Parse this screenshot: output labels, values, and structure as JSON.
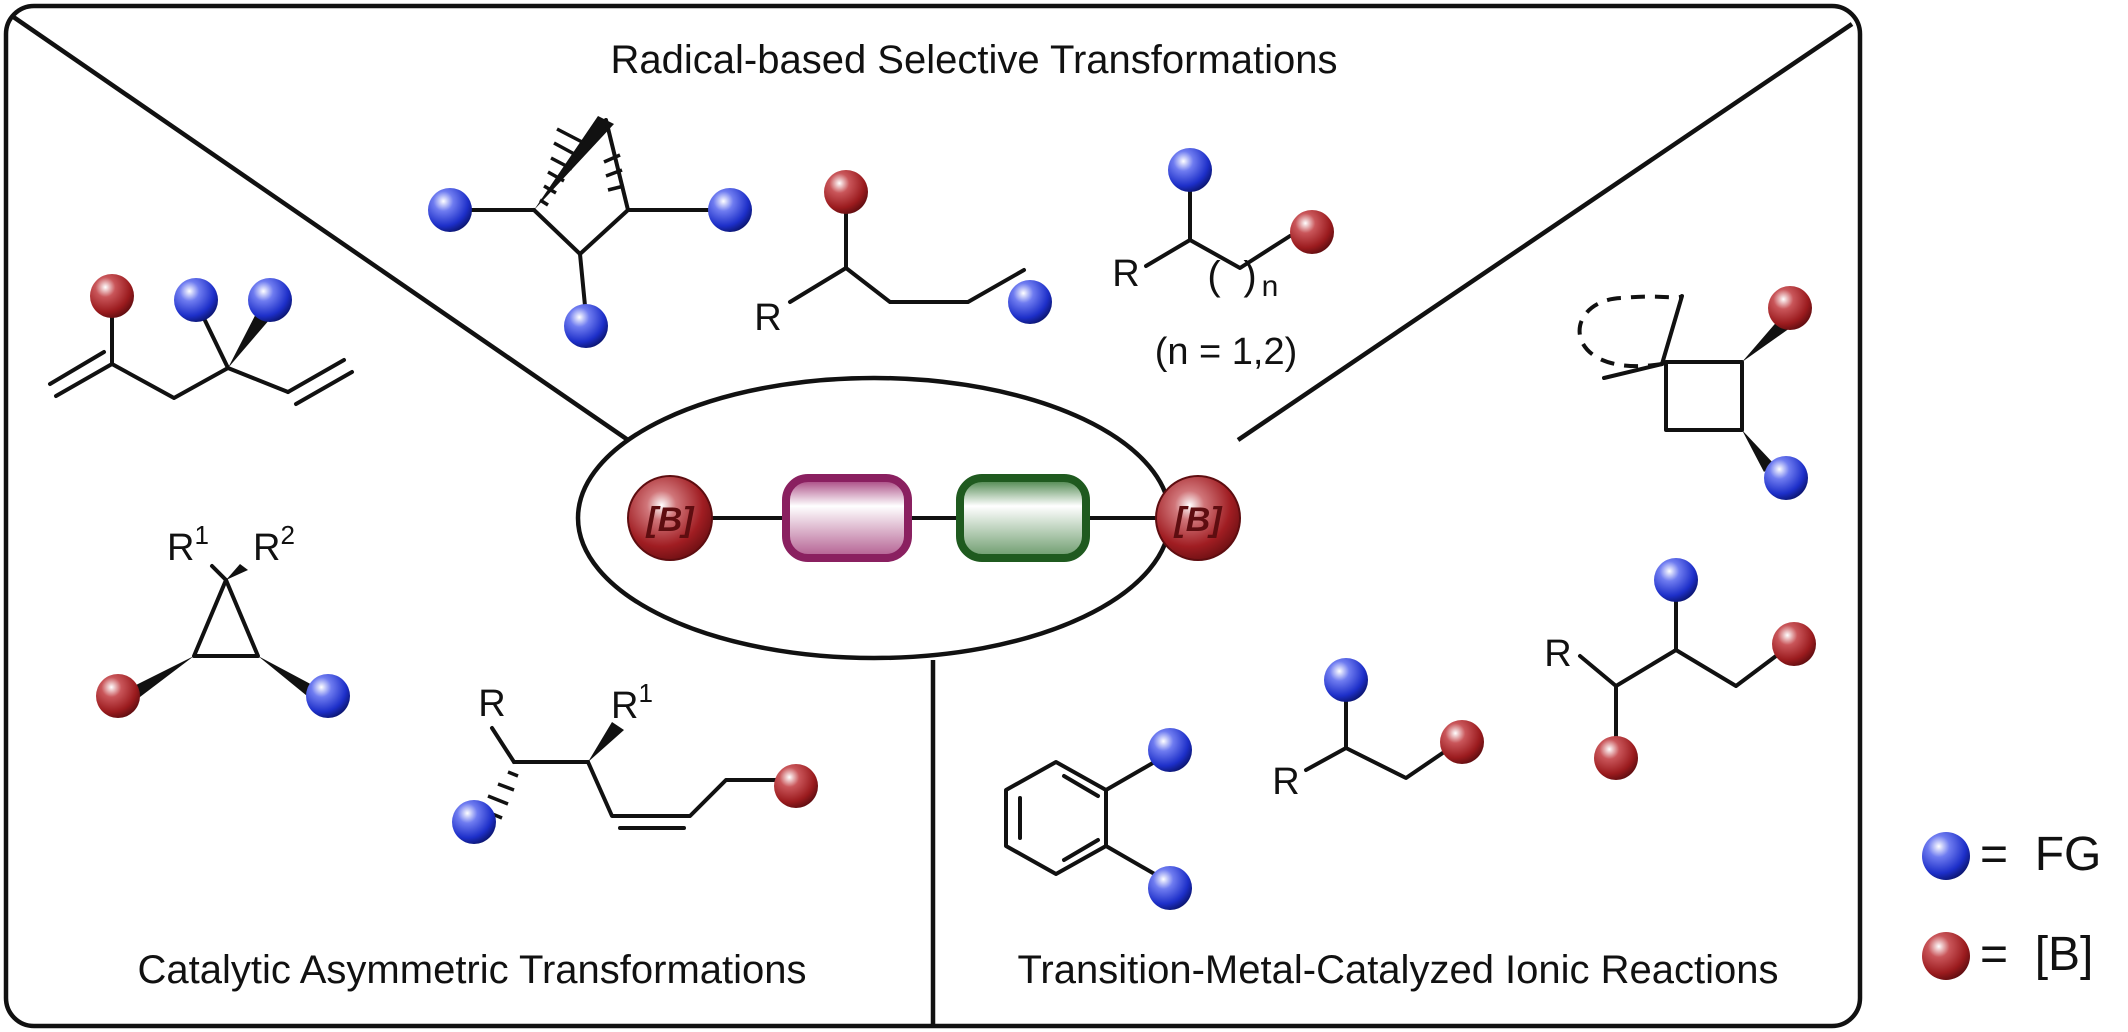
{
  "sections": {
    "top": "Radical-based Selective Transformations",
    "bottom_left": "Catalytic Asymmetric Transformations",
    "bottom_right": "Transition-Metal-Catalyzed Ionic Reactions"
  },
  "core": {
    "left_label": "[B]",
    "right_label": "[B]"
  },
  "labels": {
    "R": "R",
    "R1": "R",
    "R1_sup": "1",
    "R2": "R",
    "R2_sup": "2",
    "n_sub": "n",
    "n_condition": "(n = 1,2)"
  },
  "legend": {
    "blue_text": "=  FG",
    "red_text": "=  [B]"
  },
  "colors": {
    "boron_red": "#9b1b1e",
    "fg_blue": "#1d2fc9",
    "magenta_block": "#8a2060",
    "green_block": "#1f5a1f"
  }
}
